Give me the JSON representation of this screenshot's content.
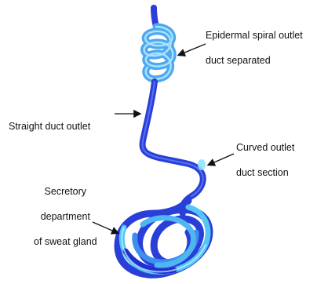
{
  "labels": {
    "epidermal": [
      "Epidermal spiral outlet",
      "duct separated"
    ],
    "straight": [
      "Straight duct outlet"
    ],
    "curved": [
      "Curved outlet",
      "duct section"
    ],
    "secretory": [
      "Secretory",
      "department",
      "of sweat gland"
    ]
  },
  "colors": {
    "tube_dark": "#1f2fd0",
    "tube_mid": "#3a6df0",
    "tube_light": "#58c8f5",
    "highlight": "#bff0ff",
    "arrow": "#111111",
    "text": "#111111"
  }
}
